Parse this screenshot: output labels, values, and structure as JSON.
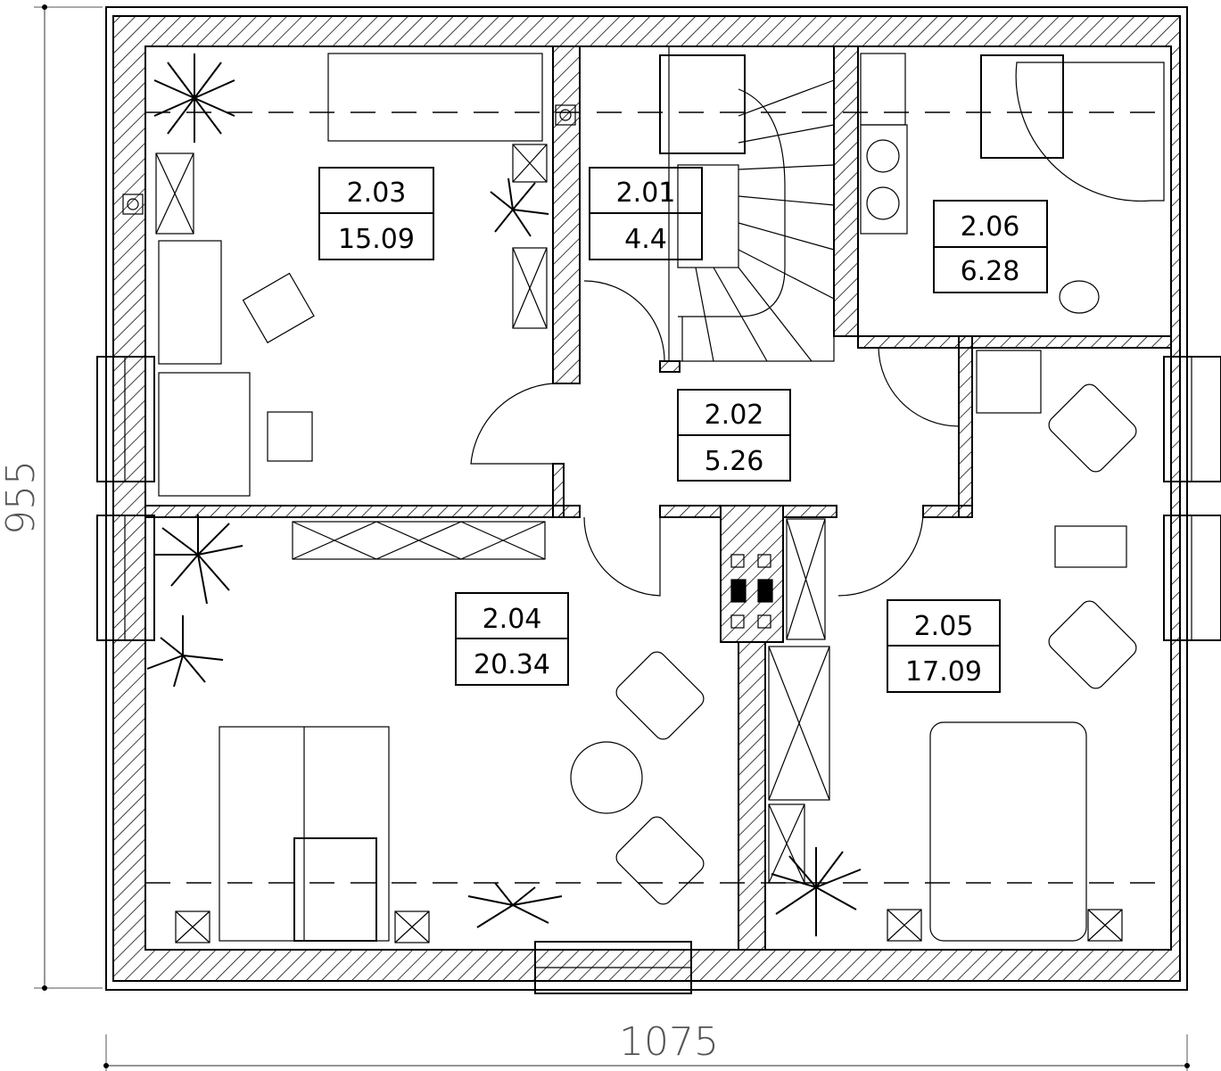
{
  "dimensions": {
    "height": "955",
    "width": "1075"
  },
  "rooms": [
    {
      "number": "2.03",
      "area": "15.09"
    },
    {
      "number": "2.01",
      "area": "4.4"
    },
    {
      "number": "2.06",
      "area": "6.28"
    },
    {
      "number": "2.02",
      "area": "5.26"
    },
    {
      "number": "2.04",
      "area": "20.34"
    },
    {
      "number": "2.05",
      "area": "17.09"
    }
  ],
  "colors": {
    "line": "#000000",
    "background": "#ffffff",
    "dimension": "#555555"
  }
}
